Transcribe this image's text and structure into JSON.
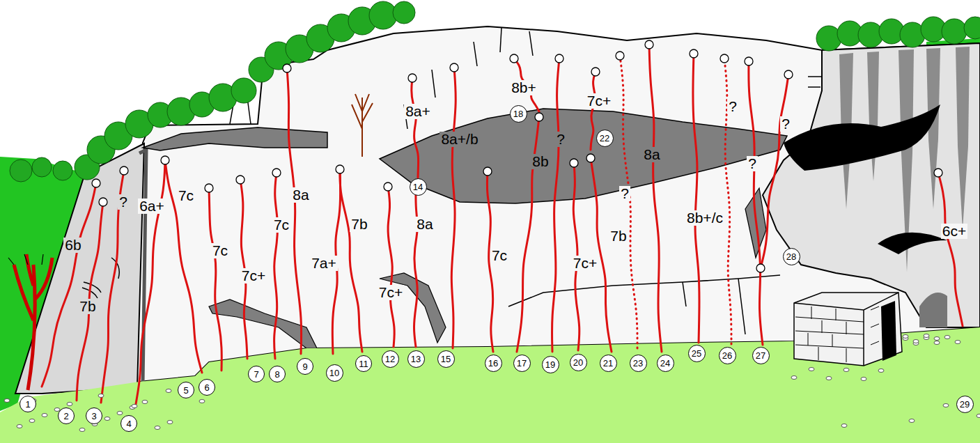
{
  "diagram": {
    "nodes": [
      {
        "text": [
          "1"
        ]
      },
      {
        "text": [
          "2"
        ]
      },
      {
        "text": [
          "3"
        ]
      },
      {
        "text": [
          "4"
        ]
      },
      {
        "text": [
          "5"
        ]
      },
      {
        "text": [
          "6"
        ]
      },
      {
        "text": [
          "7"
        ]
      },
      {
        "text": [
          "8"
        ]
      },
      {
        "text": [
          "9"
        ]
      },
      {
        "text": [
          "10"
        ]
      },
      {
        "text": [
          "11"
        ]
      },
      {
        "text": [
          "12"
        ]
      },
      {
        "text": [
          "13"
        ]
      },
      {
        "text": [
          "14"
        ]
      },
      {
        "text": [
          "15"
        ]
      },
      {
        "text": [
          "16"
        ]
      },
      {
        "text": [
          "17"
        ]
      },
      {
        "text": [
          "18"
        ]
      },
      {
        "text": [
          "19"
        ]
      },
      {
        "text": [
          "20"
        ]
      },
      {
        "text": [
          "21"
        ]
      },
      {
        "text": [
          "22"
        ]
      },
      {
        "text": [
          "23"
        ]
      },
      {
        "text": [
          "24"
        ]
      },
      {
        "text": [
          "25"
        ]
      },
      {
        "text": [
          "26"
        ]
      },
      {
        "text": [
          "27"
        ]
      },
      {
        "text": [
          "28"
        ]
      },
      {
        "text": [
          "29"
        ]
      }
    ],
    "labels": [
      "6b",
      "7b",
      "?",
      "6a+",
      "7c",
      "7c",
      "7c+",
      "7c",
      "8a",
      "7a+",
      "7b",
      "7c+",
      "8a",
      "8a+",
      "8a+/b",
      "8b+",
      "7c",
      "8b",
      "?",
      "7c+",
      "7c+",
      "7b",
      "?",
      "8a",
      "8b+/c",
      "?",
      "?",
      "?",
      "6c+"
    ]
  }
}
